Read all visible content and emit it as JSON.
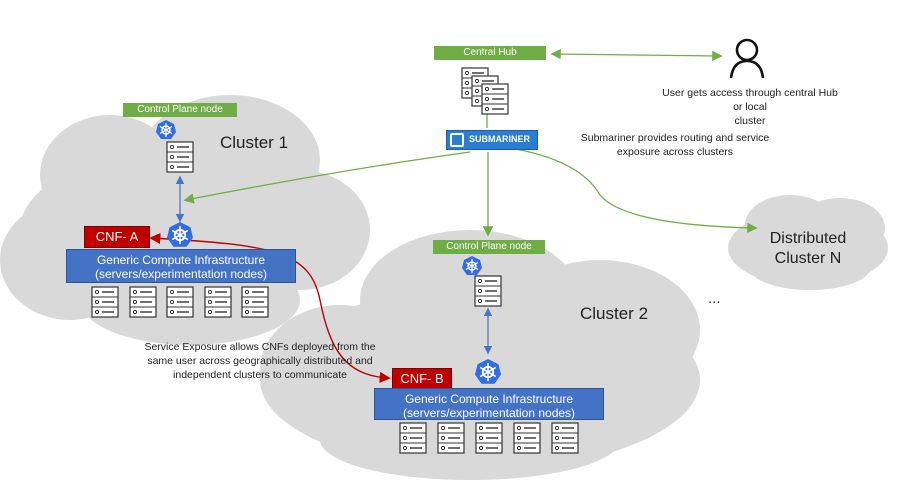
{
  "hub": {
    "label": "Central Hub"
  },
  "user": {
    "text_line1": "User gets access through central Hub or local",
    "text_line2": "cluster"
  },
  "submariner": {
    "logo_text": "SUBMARINER",
    "note_line1": "Submariner provides routing and service",
    "note_line2": "exposure across clusters"
  },
  "cluster1": {
    "title": "Cluster 1",
    "control_plane": "Control Plane node",
    "infra_line1": "Generic Compute Infrastructure",
    "infra_line2": "(servers/experimentation nodes)",
    "cnf": "CNF- A"
  },
  "cluster2": {
    "title": "Cluster 2",
    "control_plane": "Control Plane node",
    "infra_line1": "Generic Compute Infrastructure",
    "infra_line2": "(servers/experimentation nodes)",
    "cnf": "CNF- B"
  },
  "clusterN": {
    "title_line1": "Distributed",
    "title_line2": "Cluster N",
    "ellipsis": "..."
  },
  "service_exposure": {
    "line1": "Service Exposure allows CNFs deployed from the",
    "line2": "same user across geographically distributed and",
    "line3": "independent clusters to communicate"
  },
  "colors": {
    "cloud": "#d9d9d9",
    "green_tag": "#70ad47",
    "infra_blue": "#4472c4",
    "cnf_red": "#c00000",
    "link_green": "#70ad47",
    "link_blue": "#4472c4",
    "link_red": "#c00000"
  }
}
